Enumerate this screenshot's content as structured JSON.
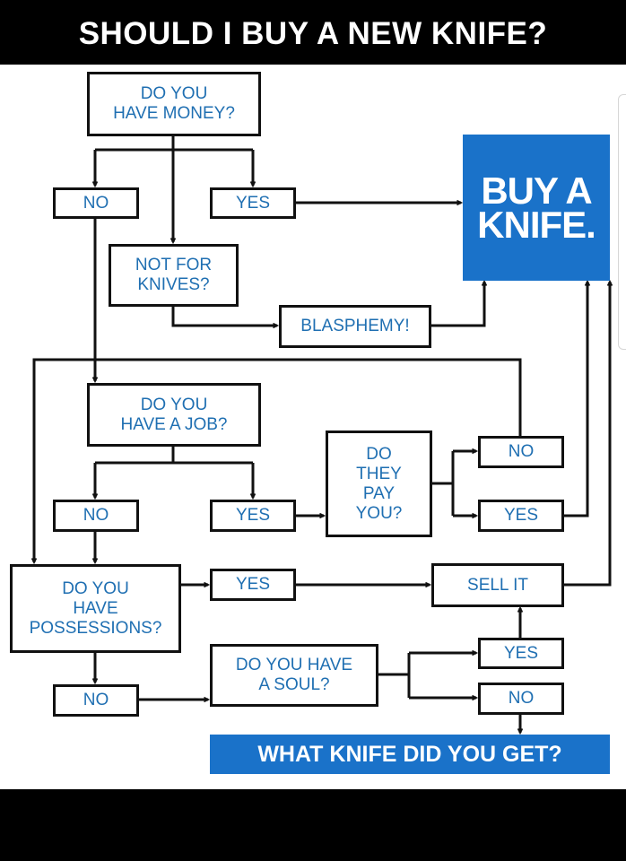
{
  "title": "SHOULD I BUY A NEW KNIFE?",
  "colors": {
    "accent": "#1a72c9",
    "text": "#1f6fb2",
    "line": "#111111"
  },
  "nodes": {
    "money": "DO YOU\nHAVE MONEY?",
    "no1": "NO",
    "yes1": "YES",
    "buy": "BUY A\nKNIFE.",
    "not_for": "NOT FOR\nKNIVES?",
    "blasphemy": "BLASPHEMY!",
    "job": "DO YOU\nHAVE A JOB?",
    "pay": "DO\nTHEY\nPAY\nYOU?",
    "pay_no": "NO",
    "pay_yes": "YES",
    "no2": "NO",
    "yes2": "YES",
    "possessions": "DO YOU\nHAVE\nPOSSESSIONS?",
    "yes3": "YES",
    "sell": "SELL IT",
    "soul": "DO YOU HAVE\nA SOUL?",
    "soul_yes": "YES",
    "soul_no": "NO",
    "no3": "NO",
    "what": "WHAT KNIFE DID YOU GET?"
  }
}
